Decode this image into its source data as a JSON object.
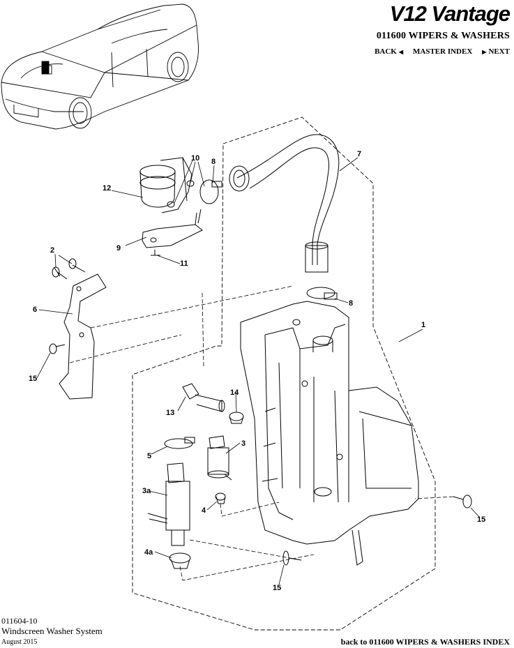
{
  "header": {
    "brand": "V12 Vantage",
    "section_title": "011600 WIPERS & WASHERS",
    "nav": {
      "back": "BACK",
      "master_index": "MASTER INDEX",
      "next": "NEXT"
    }
  },
  "diagram": {
    "callouts": [
      "1",
      "2",
      "3",
      "3a",
      "4",
      "4a",
      "5",
      "6",
      "7",
      "8",
      "8",
      "9",
      "10",
      "11",
      "12",
      "13",
      "14",
      "15",
      "15",
      "15"
    ]
  },
  "footer": {
    "reference": "011604-10",
    "title": "Windscreen Washer System",
    "date": "August 2015",
    "back_link": "back to 011600 WIPERS & WASHERS INDEX"
  }
}
